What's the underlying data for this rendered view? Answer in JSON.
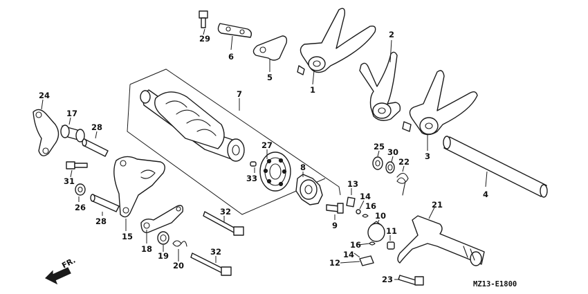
{
  "diagram": {
    "code": "MZ13-E1800",
    "direction_label": "FR.",
    "callouts": {
      "c1": "1",
      "c2": "2",
      "c3": "3",
      "c4": "4",
      "c5": "5",
      "c6": "6",
      "c7": "7",
      "c8": "8",
      "c9": "9",
      "c10": "10",
      "c11": "11",
      "c12": "12",
      "c13": "13",
      "c14a": "14",
      "c14b": "14",
      "c15": "15",
      "c16a": "16",
      "c16b": "16",
      "c17": "17",
      "c18": "18",
      "c19": "19",
      "c20": "20",
      "c21": "21",
      "c22": "22",
      "c23": "23",
      "c24": "24",
      "c25": "25",
      "c26": "26",
      "c27": "27",
      "c28a": "28",
      "c28b": "28",
      "c29": "29",
      "c30": "30",
      "c31": "31",
      "c32a": "32",
      "c32b": "32",
      "c33": "33"
    }
  }
}
